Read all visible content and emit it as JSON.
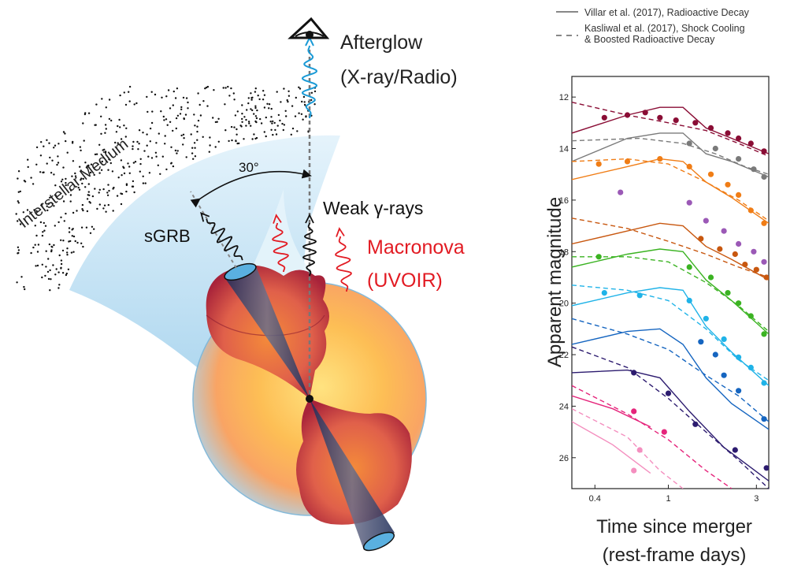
{
  "diagram": {
    "labels": {
      "afterglow": "Afterglow",
      "afterglow_bands": "(X-ray/Radio)",
      "ism": "Interstellar Medium",
      "angle": "30°",
      "sgrb": "sGRB",
      "weak_gamma": "Weak γ-rays",
      "macronova": "Macronova",
      "macronova_bands": "(UVOIR)"
    },
    "colors": {
      "afterglow_wave": "#1a9ad6",
      "macronova_text": "#e21b23",
      "macronova_wave": "#e21b23",
      "ejecta": "#a8233a",
      "shell": "#bfe0f2"
    }
  },
  "legend": {
    "items": [
      {
        "label": "Villar et al. (2017), Radioactive Decay",
        "style": "solid"
      },
      {
        "label": "Kasliwal et al. (2017), Shock Cooling",
        "label2": "& Boosted Radioactive Decay",
        "style": "dashed"
      }
    ]
  },
  "chart_data": {
    "type": "scatter",
    "xlabel": "Time since merger",
    "xlabel2": "(rest-frame days)",
    "ylabel": "Apparent magnitude",
    "xscale": "log",
    "xlim": [
      0.3,
      3.5
    ],
    "ylim": [
      27.2,
      11.2
    ],
    "yticks": [
      12,
      14,
      16,
      18,
      20,
      22,
      24,
      26
    ],
    "xticks": [
      0.4,
      1,
      3
    ],
    "xtick_labels": [
      "0.4",
      "1",
      "3"
    ],
    "series": [
      {
        "color": "#8a0d35",
        "points": [
          [
            0.45,
            12.8
          ],
          [
            0.6,
            12.7
          ],
          [
            0.75,
            12.6
          ],
          [
            0.9,
            12.8
          ],
          [
            1.1,
            12.9
          ],
          [
            1.4,
            13.0
          ],
          [
            1.7,
            13.2
          ],
          [
            2.1,
            13.4
          ],
          [
            2.4,
            13.6
          ],
          [
            2.8,
            13.8
          ],
          [
            3.3,
            14.1
          ]
        ],
        "solid": [
          [
            0.3,
            13.4
          ],
          [
            0.6,
            12.7
          ],
          [
            0.9,
            12.4
          ],
          [
            1.2,
            12.4
          ],
          [
            1.6,
            13.2
          ],
          [
            2.2,
            13.6
          ],
          [
            3.5,
            14.2
          ]
        ],
        "dashed": [
          [
            0.3,
            12.2
          ],
          [
            0.6,
            12.7
          ],
          [
            1.0,
            13.0
          ],
          [
            1.6,
            13.3
          ],
          [
            2.4,
            13.8
          ],
          [
            3.5,
            14.3
          ]
        ]
      },
      {
        "color": "#7a7a7a",
        "points": [
          [
            1.3,
            13.8
          ],
          [
            1.8,
            14.0
          ],
          [
            2.4,
            14.4
          ],
          [
            2.9,
            14.8
          ],
          [
            3.3,
            15.1
          ]
        ],
        "solid": [
          [
            0.3,
            14.5
          ],
          [
            0.6,
            13.6
          ],
          [
            0.9,
            13.4
          ],
          [
            1.2,
            13.4
          ],
          [
            1.6,
            14.2
          ],
          [
            2.2,
            14.5
          ],
          [
            3.5,
            15.1
          ]
        ],
        "dashed": [
          [
            0.3,
            13.7
          ],
          [
            0.7,
            13.6
          ],
          [
            1.2,
            13.8
          ],
          [
            1.8,
            14.2
          ],
          [
            2.6,
            14.7
          ],
          [
            3.5,
            15.0
          ]
        ]
      },
      {
        "color": "#f07d16",
        "points": [
          [
            0.42,
            14.6
          ],
          [
            0.6,
            14.5
          ],
          [
            0.9,
            14.4
          ],
          [
            1.3,
            14.7
          ],
          [
            1.7,
            15.0
          ],
          [
            2.1,
            15.4
          ],
          [
            2.4,
            15.8
          ],
          [
            2.8,
            16.4
          ],
          [
            3.3,
            16.9
          ]
        ],
        "solid": [
          [
            0.3,
            15.2
          ],
          [
            0.6,
            14.7
          ],
          [
            0.9,
            14.4
          ],
          [
            1.2,
            14.5
          ],
          [
            1.6,
            15.3
          ],
          [
            2.2,
            15.9
          ],
          [
            3.5,
            16.9
          ]
        ],
        "dashed": [
          [
            0.3,
            14.5
          ],
          [
            0.6,
            14.4
          ],
          [
            1.0,
            14.6
          ],
          [
            1.6,
            15.3
          ],
          [
            2.4,
            16.0
          ],
          [
            3.5,
            16.8
          ]
        ]
      },
      {
        "color": "#9b59b6",
        "points": [
          [
            0.55,
            15.7
          ],
          [
            1.3,
            16.1
          ],
          [
            1.6,
            16.8
          ],
          [
            2.0,
            17.2
          ],
          [
            2.4,
            17.7
          ],
          [
            2.9,
            18.0
          ],
          [
            3.3,
            18.4
          ]
        ],
        "solid": [],
        "dashed": []
      },
      {
        "color": "#c8570f",
        "points": [
          [
            1.5,
            17.5
          ],
          [
            1.9,
            17.9
          ],
          [
            2.3,
            18.1
          ],
          [
            2.6,
            18.5
          ],
          [
            3.0,
            18.7
          ],
          [
            3.4,
            19.0
          ]
        ],
        "solid": [
          [
            0.3,
            17.7
          ],
          [
            0.6,
            17.2
          ],
          [
            0.9,
            16.9
          ],
          [
            1.2,
            17.0
          ],
          [
            1.6,
            17.8
          ],
          [
            2.2,
            18.3
          ],
          [
            3.5,
            19.1
          ]
        ],
        "dashed": [
          [
            0.3,
            16.7
          ],
          [
            0.6,
            17.1
          ],
          [
            1.0,
            17.6
          ],
          [
            1.6,
            18.1
          ],
          [
            2.4,
            18.6
          ],
          [
            3.5,
            19.0
          ]
        ]
      },
      {
        "color": "#3bb322",
        "points": [
          [
            0.42,
            18.2
          ],
          [
            1.3,
            18.6
          ],
          [
            1.7,
            19.0
          ],
          [
            2.1,
            19.6
          ],
          [
            2.4,
            20.0
          ],
          [
            2.8,
            20.5
          ],
          [
            3.3,
            21.2
          ]
        ],
        "solid": [
          [
            0.3,
            18.6
          ],
          [
            0.6,
            18.1
          ],
          [
            0.9,
            17.9
          ],
          [
            1.2,
            18.0
          ],
          [
            1.6,
            19.1
          ],
          [
            2.2,
            19.9
          ],
          [
            3.5,
            21.2
          ]
        ],
        "dashed": [
          [
            0.3,
            18.2
          ],
          [
            0.6,
            18.2
          ],
          [
            1.0,
            18.4
          ],
          [
            1.6,
            19.2
          ],
          [
            2.4,
            20.1
          ],
          [
            3.5,
            21.1
          ]
        ]
      },
      {
        "color": "#1fb3e8",
        "points": [
          [
            0.45,
            19.6
          ],
          [
            0.7,
            19.7
          ],
          [
            1.3,
            19.9
          ],
          [
            1.6,
            20.6
          ],
          [
            2.0,
            21.4
          ],
          [
            2.4,
            22.1
          ],
          [
            2.8,
            22.5
          ],
          [
            3.3,
            23.1
          ]
        ],
        "solid": [
          [
            0.3,
            20.1
          ],
          [
            0.6,
            19.6
          ],
          [
            0.9,
            19.4
          ],
          [
            1.2,
            19.5
          ],
          [
            1.6,
            20.9
          ],
          [
            2.2,
            21.9
          ],
          [
            3.5,
            23.2
          ]
        ],
        "dashed": [
          [
            0.3,
            19.3
          ],
          [
            0.6,
            19.5
          ],
          [
            1.0,
            19.9
          ],
          [
            1.6,
            21.0
          ],
          [
            2.4,
            22.2
          ],
          [
            3.5,
            23.0
          ]
        ]
      },
      {
        "color": "#1565c0",
        "points": [
          [
            1.5,
            21.5
          ],
          [
            1.8,
            22.0
          ],
          [
            2.0,
            22.8
          ],
          [
            2.4,
            23.4
          ],
          [
            3.3,
            24.5
          ]
        ],
        "solid": [
          [
            0.3,
            21.6
          ],
          [
            0.6,
            21.1
          ],
          [
            0.9,
            21.0
          ],
          [
            1.2,
            21.6
          ],
          [
            1.6,
            22.9
          ],
          [
            2.2,
            23.9
          ],
          [
            3.5,
            24.9
          ]
        ],
        "dashed": [
          [
            0.3,
            20.6
          ],
          [
            0.6,
            21.2
          ],
          [
            1.0,
            21.8
          ],
          [
            1.6,
            22.8
          ],
          [
            2.4,
            23.6
          ],
          [
            3.5,
            24.6
          ]
        ]
      },
      {
        "color": "#2c1b6f",
        "points": [
          [
            0.65,
            22.7
          ],
          [
            1.0,
            23.5
          ],
          [
            1.4,
            24.7
          ],
          [
            2.3,
            25.7
          ],
          [
            3.4,
            26.4
          ]
        ],
        "solid": [
          [
            0.3,
            22.7
          ],
          [
            0.6,
            22.6
          ],
          [
            0.9,
            22.9
          ],
          [
            1.3,
            24.2
          ],
          [
            2.0,
            25.6
          ],
          [
            3.5,
            26.9
          ]
        ],
        "dashed": [
          [
            0.3,
            21.7
          ],
          [
            0.6,
            22.5
          ],
          [
            1.0,
            23.7
          ],
          [
            1.6,
            25.0
          ],
          [
            2.4,
            26.1
          ],
          [
            3.5,
            27.2
          ]
        ]
      },
      {
        "color": "#e5247b",
        "points": [
          [
            0.65,
            24.2
          ],
          [
            0.95,
            25.0
          ]
        ],
        "solid": [
          [
            0.3,
            23.6
          ],
          [
            0.5,
            24.1
          ],
          [
            0.8,
            24.8
          ]
        ],
        "dashed": [
          [
            0.3,
            23.2
          ],
          [
            0.6,
            24.3
          ],
          [
            1.0,
            25.3
          ],
          [
            1.6,
            26.5
          ],
          [
            2.2,
            27.2
          ]
        ]
      },
      {
        "color": "#f48fbf",
        "points": [
          [
            0.65,
            26.5
          ],
          [
            0.7,
            25.7
          ]
        ],
        "solid": [
          [
            0.3,
            24.6
          ],
          [
            0.5,
            25.5
          ],
          [
            0.8,
            26.6
          ]
        ],
        "dashed": [
          [
            0.3,
            24.1
          ],
          [
            0.6,
            25.2
          ],
          [
            0.9,
            26.5
          ],
          [
            1.2,
            27.2
          ]
        ]
      }
    ]
  }
}
